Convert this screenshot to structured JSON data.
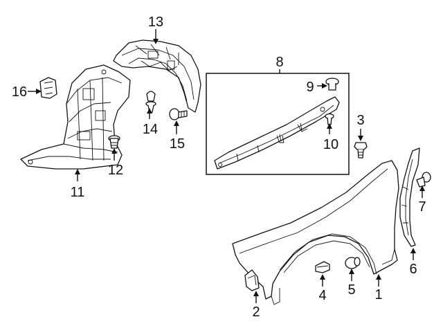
{
  "diagram": {
    "callouts": {
      "c1": "1",
      "c2": "2",
      "c3": "3",
      "c4": "4",
      "c5": "5",
      "c6": "6",
      "c7": "7",
      "c8": "8",
      "c9": "9",
      "c10": "10",
      "c11": "11",
      "c12": "12",
      "c13": "13",
      "c14": "14",
      "c15": "15",
      "c16": "16"
    },
    "parts": {
      "p1": "fender-panel",
      "p2": "fender-bracket",
      "p3": "fender-bolt",
      "p4": "fender-clip",
      "p5": "fender-grommet",
      "p6": "fender-side-seal",
      "p7": "seal-push-clip",
      "p8": "fender-upper-bracket-box",
      "p9": "bracket-clip",
      "p10": "bracket-bolt",
      "p11": "front-fender-liner",
      "p12": "liner-screw",
      "p13": "rear-fender-liner",
      "p14": "liner-clip",
      "p15": "liner-self-tapping-screw",
      "p16": "liner-retainer"
    }
  }
}
